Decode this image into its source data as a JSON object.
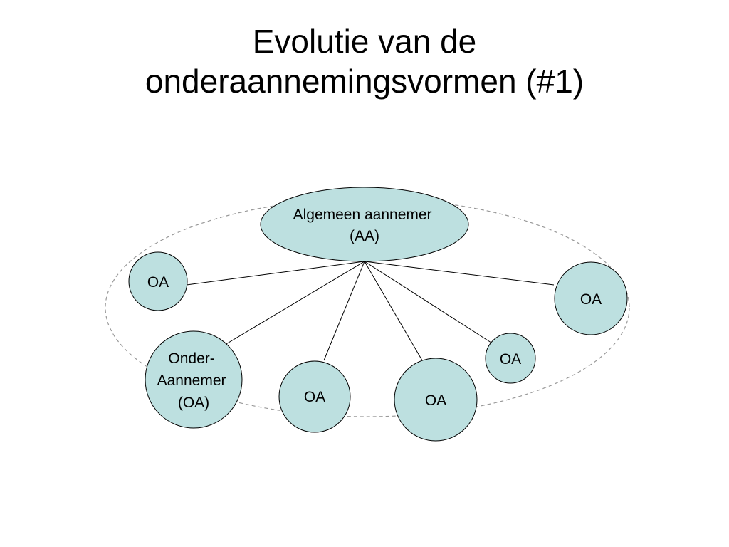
{
  "title": {
    "line1": "Evolutie van de",
    "line2": "onderaannemingsvormen (#1)"
  },
  "colors": {
    "node_fill": "#bde0e0",
    "node_stroke": "#000000",
    "dashed_ring": "#999999"
  },
  "nodes": {
    "main": [
      "Algemeen aannemer",
      "(AA)"
    ],
    "left_top": [
      "OA"
    ],
    "right_top": [
      "OA"
    ],
    "onder_aannemer": [
      "Onder-",
      "Aannemer",
      "(OA)"
    ],
    "middle_left": [
      "OA"
    ],
    "middle_right": [
      "OA"
    ],
    "small_right": [
      "OA"
    ]
  }
}
